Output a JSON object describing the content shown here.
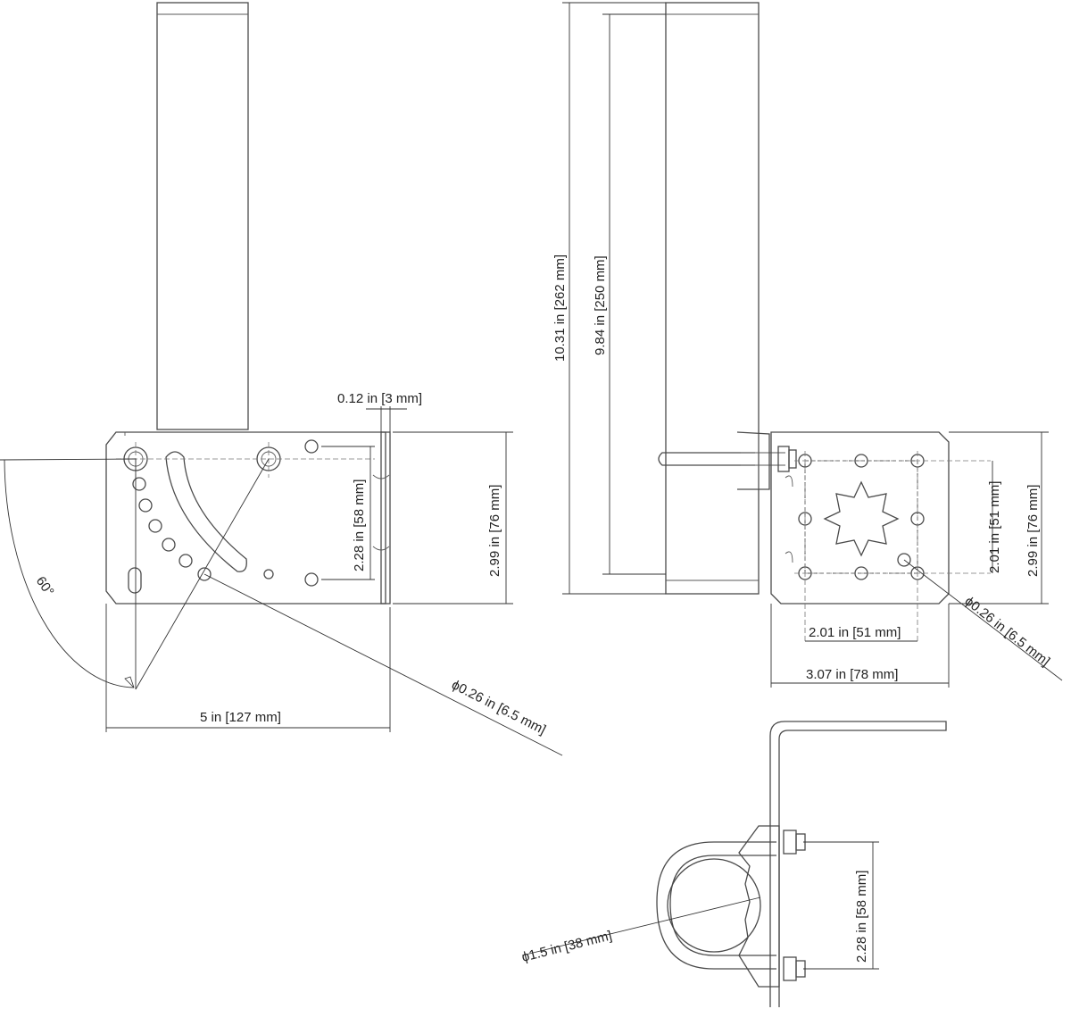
{
  "labels": {
    "wall_thickness": "0.12 in [3 mm]",
    "hole_spacing_side": "2.28 in [58 mm]",
    "plate_height_side": "2.99 in [76 mm]",
    "angle": "60°",
    "hole_dia_side": "ϕ0.26 in [6.5 mm]",
    "plate_width_side": "5 in [127 mm]",
    "overall_height": "10.31 in [262 mm]",
    "pole_length": "9.84 in [250 mm]",
    "hole_spacing_vert": "2.01 in [51 mm]",
    "plate_height_front": "2.99 in [76 mm]",
    "hole_dia_front": "ϕ0.26 in [6.5 mm]",
    "hole_spacing_horiz": "2.01 in [51 mm]",
    "plate_width_front": "3.07 in [78 mm]",
    "pipe_dia": "ϕ1.5 in  [38 mm]",
    "ubolt_spacing": "2.28 in [58 mm]"
  }
}
